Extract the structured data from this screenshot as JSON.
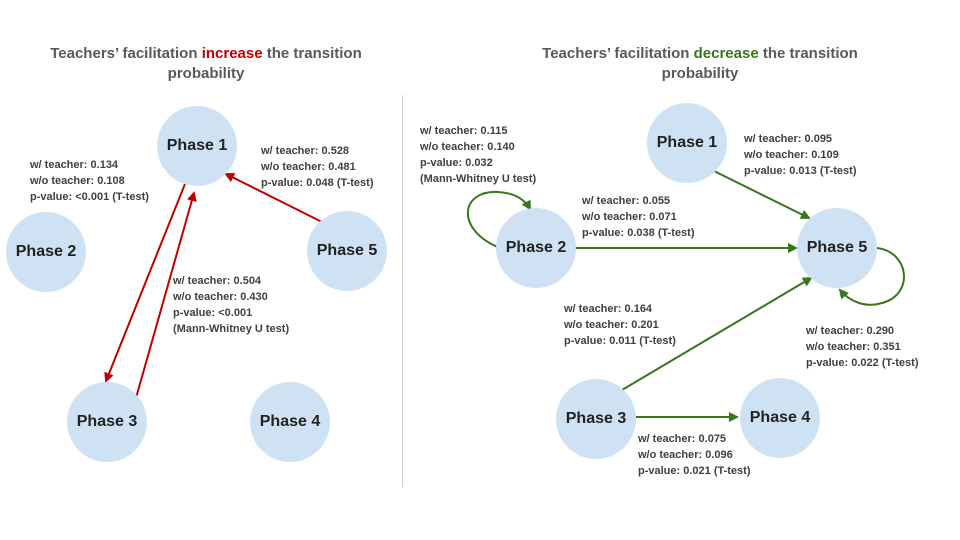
{
  "left_panel": {
    "title": {
      "before": "Teachers’ facilitation ",
      "keyword": "increase",
      "after": " the transition",
      "line2": "probability"
    },
    "nodes": {
      "phase1": "Phase 1",
      "phase2": "Phase 2",
      "phase3": "Phase 3",
      "phase4": "Phase 4",
      "phase5": "Phase 5"
    },
    "annotations": {
      "p1_to_p3": [
        "w/ teacher: 0.134",
        "w/o teacher: 0.108",
        "p-value: <0.001 (T-test)"
      ],
      "p3_to_p1": [
        "w/ teacher: 0.504",
        "w/o teacher: 0.430",
        "p-value: <0.001",
        "(Mann-Whitney U test)"
      ],
      "p5_to_p1": [
        "w/ teacher: 0.528",
        "w/o teacher: 0.481",
        "p-value: 0.048 (T-test)"
      ]
    },
    "edge_color": "#c00000"
  },
  "right_panel": {
    "title": {
      "before": "Teachers’ facilitation ",
      "keyword": "decrease",
      "after": " the transition",
      "line2": "probability"
    },
    "nodes": {
      "phase1": "Phase 1",
      "phase2": "Phase 2",
      "phase3": "Phase 3",
      "phase4": "Phase 4",
      "phase5": "Phase 5"
    },
    "annotations": {
      "p2_self": [
        "w/ teacher: 0.115",
        "w/o teacher: 0.140",
        "p-value: 0.032",
        "(Mann-Whitney U test)"
      ],
      "p2_to_p5": [
        "w/ teacher: 0.055",
        "w/o teacher: 0.071",
        "p-value: 0.038 (T-test)"
      ],
      "p1_to_p5": [
        "w/ teacher: 0.095",
        "w/o teacher: 0.109",
        "p-value: 0.013 (T-test)"
      ],
      "p3_to_p5": [
        "w/ teacher: 0.164",
        "w/o teacher: 0.201",
        "p-value: 0.011 (T-test)"
      ],
      "p5_self": [
        "w/ teacher: 0.290",
        "w/o teacher: 0.351",
        "p-value: 0.022 (T-test)"
      ],
      "p3_to_p4": [
        "w/ teacher: 0.075",
        "w/o teacher: 0.096",
        "p-value: 0.021 (T-test)"
      ]
    },
    "edge_color": "#38761d"
  },
  "node_fill": "#cfe2f3"
}
